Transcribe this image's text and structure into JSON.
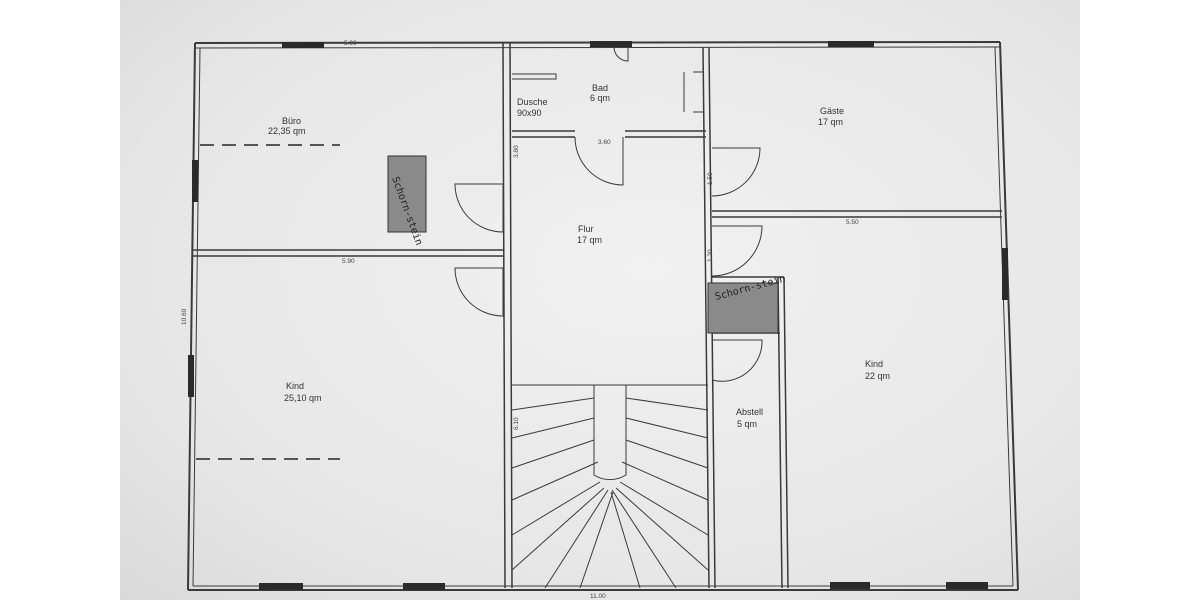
{
  "rooms": [
    {
      "id": "buero",
      "name": "Büro",
      "area": "22,35 qm"
    },
    {
      "id": "dusche",
      "name": "Dusche",
      "area": "90x90"
    },
    {
      "id": "bad",
      "name": "Bad",
      "area": "6 qm"
    },
    {
      "id": "gaeste",
      "name": "Gäste",
      "area": "17 qm"
    },
    {
      "id": "flur",
      "name": "Flur",
      "area": "17 qm"
    },
    {
      "id": "kind1",
      "name": "Kind",
      "area": "25,10 qm"
    },
    {
      "id": "kind2",
      "name": "Kind",
      "area": "22 qm"
    },
    {
      "id": "abstell",
      "name": "Abstell",
      "area": "5 qm"
    }
  ],
  "chimney_label": "Schorn-stein",
  "dimensions": {
    "top_left": "5.90",
    "bad_width": "3.60",
    "flur_height": "3.80",
    "buero_bottom": "5.90",
    "gaeste_bottom": "5.50",
    "left_height": "10.60",
    "stair_height": "6.10",
    "gaeste_door": "1.50",
    "flur_right": "1.20",
    "bottom_total": "11.00"
  },
  "colors": {
    "wall": "#3a3a3a",
    "chimney": "#8a8a8a",
    "paper": "#ececec"
  }
}
